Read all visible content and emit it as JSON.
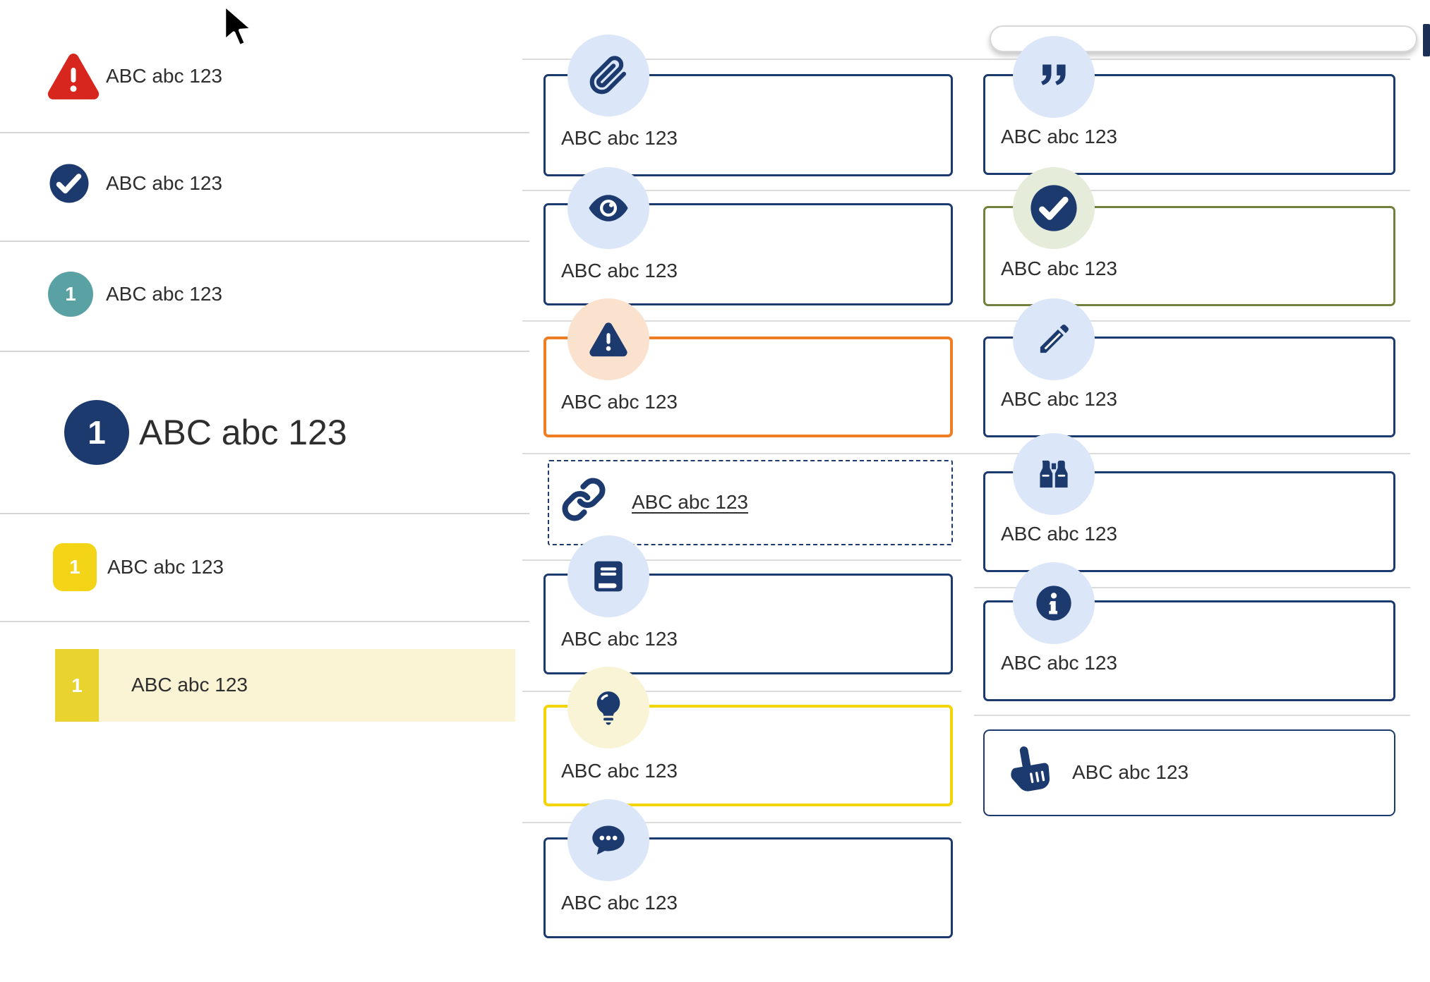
{
  "colors": {
    "navy": "#1c3a6e",
    "orange": "#ee7d23",
    "yellow": "#f2d502",
    "olive": "#71813d",
    "red": "#d7261d",
    "teal": "#59a1a2",
    "badge-yellow": "#f3d417",
    "badge-yellow-dark": "#e9d32e",
    "highlight-row": "#faf3d4",
    "pale-blue": "#dbe6f8",
    "pale-peach": "#fbe2ce",
    "pale-cream": "#f8f4d5",
    "pale-green": "#e5ecda",
    "hairline": "#dcdcdc",
    "separator": "#d6d6d6",
    "text": "#2e2e2e"
  },
  "left_panel": {
    "items": [
      {
        "label": "ABC abc 123",
        "icon": "warning-triangle-icon",
        "variant": "alert-red"
      },
      {
        "label": "ABC abc 123",
        "icon": "check-circle-icon",
        "variant": "done-navy"
      },
      {
        "label": "ABC abc 123",
        "badge": "1",
        "variant": "step-teal"
      },
      {
        "label": "ABC abc 123",
        "badge": "1",
        "variant": "step-big-navy"
      },
      {
        "label": "ABC abc 123",
        "badge": "1",
        "variant": "step-yellow"
      },
      {
        "label": "ABC abc 123",
        "badge": "1",
        "variant": "step-yellow-highlighted"
      }
    ]
  },
  "middle_column": {
    "cards": [
      {
        "label": "ABC abc 123",
        "icon": "paperclip-icon",
        "variant": "navy"
      },
      {
        "label": "ABC abc 123",
        "icon": "eye-icon",
        "variant": "navy"
      },
      {
        "label": "ABC abc 123",
        "icon": "warning-triangle-icon",
        "variant": "orange"
      },
      {
        "label": "ABC abc 123",
        "icon": "link-icon",
        "variant": "dashed-link"
      },
      {
        "label": "ABC abc 123",
        "icon": "book-icon",
        "variant": "navy"
      },
      {
        "label": "ABC abc 123",
        "icon": "lightbulb-icon",
        "variant": "yellow"
      },
      {
        "label": "ABC abc 123",
        "icon": "chat-icon",
        "variant": "navy"
      }
    ]
  },
  "right_column": {
    "cards": [
      {
        "label": "ABC abc 123",
        "icon": "quote-icon",
        "variant": "navy"
      },
      {
        "label": "ABC abc 123",
        "icon": "check-circle-icon",
        "variant": "green"
      },
      {
        "label": "ABC abc 123",
        "icon": "pencil-icon",
        "variant": "navy"
      },
      {
        "label": "ABC abc 123",
        "icon": "binoculars-icon",
        "variant": "navy"
      },
      {
        "label": "ABC abc 123",
        "icon": "info-icon",
        "variant": "navy"
      },
      {
        "label": "ABC abc 123",
        "icon": "hand-pointer-icon",
        "variant": "navy-slim"
      }
    ]
  }
}
